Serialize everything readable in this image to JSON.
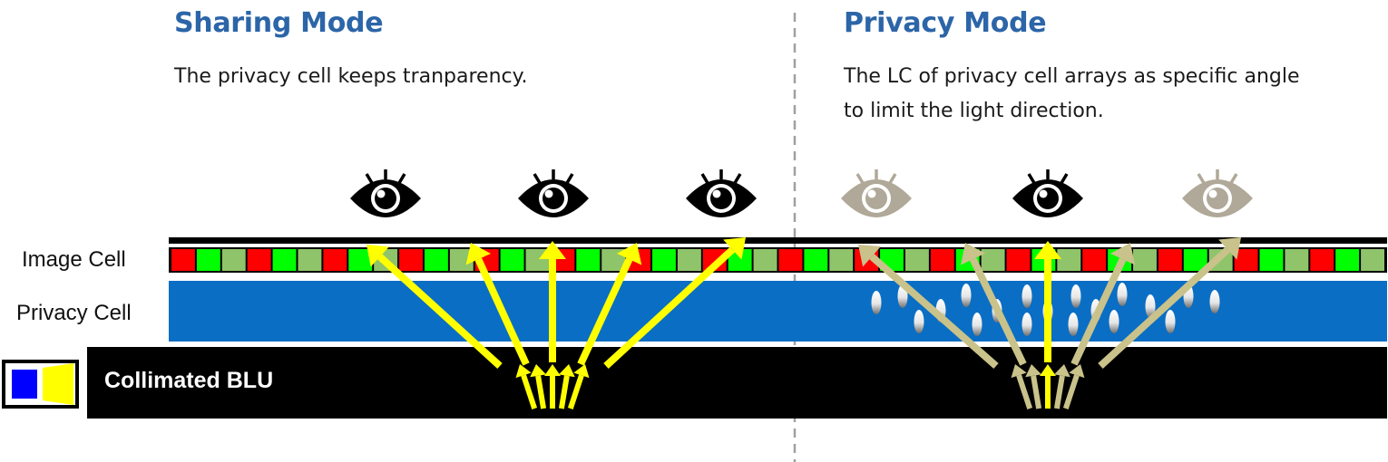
{
  "sharing": {
    "title": "Sharing Mode",
    "description_lines": [
      "The privacy cell keeps tranparency."
    ]
  },
  "privacy": {
    "title": "Privacy Mode",
    "description_lines": [
      "The LC of privacy cell arrays as specific angle",
      "to limit the light direction."
    ]
  },
  "labels": {
    "image_cell": "Image Cell",
    "privacy_cell": "Privacy Cell",
    "blu": "Collimated BLU"
  },
  "eyes": [
    {
      "mode": "sharing",
      "state": "sees-image"
    },
    {
      "mode": "sharing",
      "state": "sees-image"
    },
    {
      "mode": "sharing",
      "state": "sees-image"
    },
    {
      "mode": "privacy",
      "state": "blocked"
    },
    {
      "mode": "privacy",
      "state": "sees-image"
    },
    {
      "mode": "privacy",
      "state": "blocked"
    }
  ],
  "colors": {
    "heading": "#2c65a8",
    "privacy_cell": "#0a6ec4",
    "blu": "#000000",
    "subpixel_red": "#ff0000",
    "subpixel_green": "#00ff00",
    "subpixel_lightgreen": "#8fc46a",
    "light_ray": "#ffff00",
    "light_ray_blocked": "#c9c28a",
    "eye_visible": "#000000",
    "eye_blocked": "#b0a898",
    "lc_molecule": "#ffffff",
    "divider": "#a0a0a0",
    "blu_icon_blue": "#0000ff",
    "blu_icon_yellow": "#ffff00"
  }
}
